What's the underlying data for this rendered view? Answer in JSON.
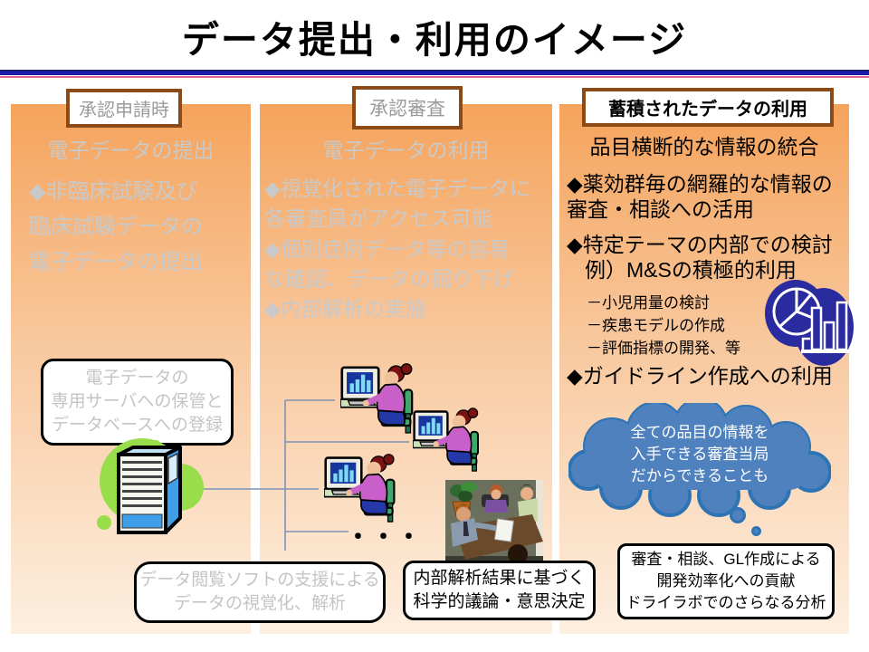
{
  "slide": {
    "title": "データ提出・利用のイメージ"
  },
  "columns": {
    "submission": {
      "header": "承認申請時",
      "subtitle": "電子データの提出",
      "bullet_lines": [
        "◆非臨床試験及び",
        "臨床試験データの",
        "電子データの提出"
      ],
      "storage_box_lines": [
        "電子データの",
        "専用サーバへの保管と",
        "データベースへの登録"
      ]
    },
    "review": {
      "header": "承認審査",
      "subtitle": "電子データの利用",
      "bullet1_lines": [
        "◆視覚化された電子データに",
        "各審査員がアクセス可能"
      ],
      "bullet2_lines": [
        "◆個別症例データ等の容易",
        "な確認、データの掘り下げ"
      ],
      "bullet3": "◆内部解析の実施",
      "ellipsis": "・・・"
    },
    "accumulated": {
      "header": "蓄積されたデータの利用",
      "subtitle": "品目横断的な情報の統合",
      "bullet1_lines": [
        "◆薬効群毎の網羅的な情報の",
        "審査・相談への活用"
      ],
      "bullet2_lines": [
        "◆特定テーマの内部での検討",
        "例）M&Sの積極的利用"
      ],
      "sub_bullets": [
        "－小児用量の検討",
        "－疾患モデルの作成",
        "－評価指標の開発、等"
      ],
      "bullet3": "◆ガイドライン作成への利用",
      "cloud_lines": [
        "全ての品目の情報を",
        "入手できる審査当局",
        "だからできることも"
      ]
    }
  },
  "callouts": {
    "viewer_box_lines": [
      "データ閲覧ソフトの支援による",
      "データの視覚化、解析"
    ],
    "analysis_box_lines": [
      "内部解析結果に基づく",
      "科学的議論・意思決定"
    ],
    "contribution_box_lines": [
      "審査・相談、GL作成による",
      "開発効率化への貢献",
      "ドライラボでのさらなる分析"
    ]
  },
  "icons": {
    "server": "server-with-green-blob-icon",
    "workstation": "woman-at-computer-icon",
    "meeting": "meeting-photo-icon",
    "chart": "pie-and-bar-chart-icon",
    "cloud": "thought-bubble"
  },
  "colors": {
    "column_gradient_top": "#F5A35B",
    "column_gradient_bottom": "#FDEFE0",
    "header_box_border": "#8C4A17",
    "title_rule_navy": "#1B1BA6",
    "title_rule_pink": "#E0639A",
    "muted_text": "#C9C9C9",
    "cloud_fill": "#4E81BD",
    "cloud_border": "#2E74B5",
    "connector_line": "#7E93B8",
    "chart_icon_navy": "#2B2BA0",
    "server_green": "#97DE4A"
  }
}
